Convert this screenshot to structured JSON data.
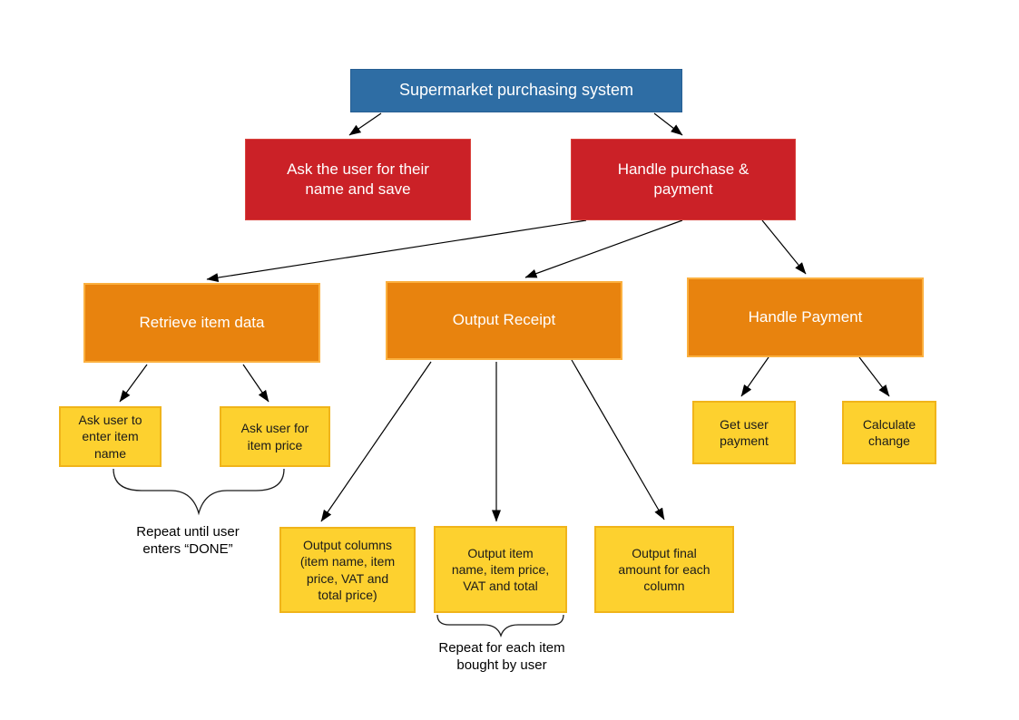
{
  "diagram": {
    "title": "Supermarket purchasing system",
    "palette": {
      "level1_blue": "#2e6da4",
      "level2_red": "#cb2127",
      "level3_orange": "#e8830e",
      "level4_yellow": "#fdd12f",
      "connector_black": "#000000",
      "background": "#ffffff"
    },
    "nodes": {
      "root": {
        "label": "Supermarket purchasing system"
      },
      "ask_name": {
        "label": "Ask the user for their\nname and save"
      },
      "handle_purchase": {
        "label": "Handle purchase &\npayment"
      },
      "retrieve_item": {
        "label": "Retrieve item data"
      },
      "output_receipt": {
        "label": "Output Receipt"
      },
      "handle_payment": {
        "label": "Handle Payment"
      },
      "ask_item_name": {
        "label": "Ask user to\nenter item\nname"
      },
      "ask_item_price": {
        "label": "Ask user for\nitem price"
      },
      "output_columns": {
        "label": "Output columns\n(item name, item\nprice, VAT and\ntotal price)"
      },
      "output_item": {
        "label": "Output item\nname, item price,\nVAT and total"
      },
      "output_final": {
        "label": "Output final\namount for each\ncolumn"
      },
      "get_payment": {
        "label": "Get user\npayment"
      },
      "calc_change": {
        "label": "Calculate\nchange"
      }
    },
    "annotations": {
      "repeat_done": "Repeat until user\nenters “DONE”",
      "repeat_items": "Repeat for each item\nbought by user"
    }
  }
}
